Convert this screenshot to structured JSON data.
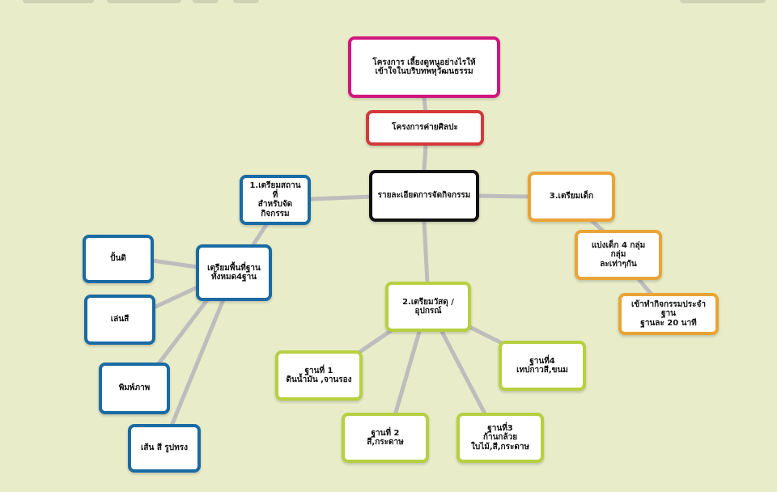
{
  "colors": {
    "background": "#e8ecc9",
    "edge": "#bdbdbd",
    "magenta": "#d0167e",
    "red": "#d23a3a",
    "black": "#111111",
    "blue": "#1a6aa3",
    "orange": "#eaa436",
    "green": "#b6d040"
  },
  "nodes": {
    "project_title": "โครงการ เลี้ยงดูหนูอย่างไรให้เข้าใจในบริบทพหุวัฒนธรรม",
    "art_camp": "โครงการค่ายศิลปะ",
    "activity_details": "รายละเอียดการจัดกิจกรรม",
    "prepare_venue": "1.เตรียมสถานที่\nสำหรับจัด\nกิจกรรม",
    "prepare_stations": "เตรียมพื้นที่ฐาน\nทั้งหมด4ฐาน",
    "mold": "ปั้นดิ",
    "play_color": "เล่นสี",
    "print": "พิมพ์ภาพ",
    "lines": "เส้น สี รูปทรง",
    "prepare_materials": "2.เตรียมวัสดุ /\nอุปกรณ์",
    "station1": "ฐานที่ 1\nดินน้ำมัน ,จานรอง",
    "station2": "ฐานที่ 2\nสี,กระดาษ",
    "station3": "ฐานที่3\nก้านกล้วย\nใบไม้,สี,กระดาษ",
    "station4": "ฐานที่4\nเทปกาวสี,ขนม",
    "prepare_kids": "3.เตรียมเด็ก",
    "split_groups": "แบ่งเด็ก 4 กลุ่ม กลุ่ม\nละเท่าๆกัน",
    "rotate": "เข้าทำกิจกรรมประจำฐาน\nฐานละ 20 นาที"
  }
}
